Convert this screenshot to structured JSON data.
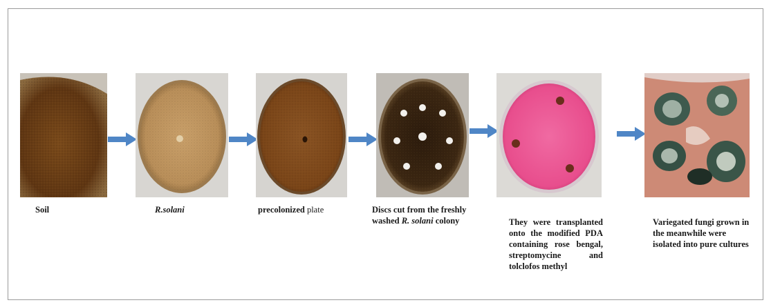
{
  "steps": [
    {
      "caption": "Soil",
      "photo_icon": "soil-photo"
    },
    {
      "caption": "R.solani",
      "photo_icon": "rsolani-plate-photo"
    },
    {
      "caption_a": "precolonized",
      "caption_b": " plate",
      "photo_icon": "precolonized-plate-photo"
    },
    {
      "caption_a": "Discs cut from the freshly washed ",
      "caption_b": "R. solani",
      "caption_c": " colony",
      "photo_icon": "discs-plate-photo"
    },
    {
      "caption": "They were transplanted onto the modified PDA containing rose bengal, streptomycine and tolclofos methyl",
      "photo_icon": "pink-pda-plate-photo"
    },
    {
      "caption": "Variegated fungi grown in the meanwhile were isolated into pure cultures",
      "photo_icon": "variegated-fungi-photo"
    }
  ],
  "colors": {
    "arrow": "#4f86c6",
    "soil": "#6b3f14",
    "pda_pink": "#ea4d8f",
    "frame": "#9a9a9a"
  }
}
